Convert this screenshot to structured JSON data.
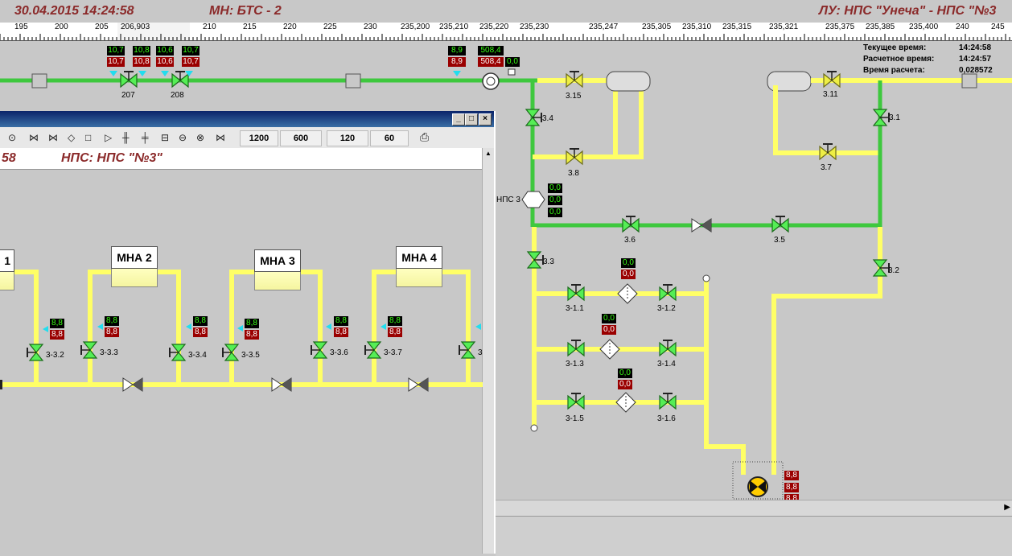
{
  "topbar": {
    "datetime": "30.04.2015 14:24:58",
    "mn": "МН: БТС - 2",
    "lu": "ЛУ: НПС \"Унеча\" - НПС \"№3"
  },
  "ruler": [
    "195",
    "200",
    "205",
    "206,903",
    "210",
    "215",
    "220",
    "225",
    "230",
    "235,200",
    "235,210",
    "235,220",
    "235,230",
    "235,247",
    "235,305",
    "235,310",
    "235,315",
    "235,321",
    "235,375",
    "235,385",
    "235,400",
    "240",
    "245"
  ],
  "times": {
    "current_label": "Текущее время:",
    "current_value": "14:24:58",
    "calc_label": "Расчетное время:",
    "calc_value": "14:24:57",
    "duration_label": "Время расчета:",
    "duration_value": "0,028572"
  },
  "top_values": {
    "v207_a_top": "10,7",
    "v207_a_bot": "10,7",
    "v207_b_top": "10,8",
    "v207_b_bot": "10,8",
    "v208_a_top": "10,6",
    "v208_a_bot": "10,6",
    "v208_b_top": "10,7",
    "v208_b_bot": "10,7",
    "p89_top": "8,9",
    "p89_bot": "8,9",
    "flow_top": "508,4",
    "flow_bot": "508,4",
    "flow_side": "0,0"
  },
  "valves": {
    "v207": "207",
    "v208": "208",
    "v315": "3.15",
    "v311": "3.11",
    "v34": "3.4",
    "v31": "3.1",
    "v38": "3.8",
    "v37": "3.7",
    "v36": "3.6",
    "v35": "3.5",
    "v33": "3.3",
    "v32": "3.2",
    "v311a": "3-1.1",
    "v312a": "3-1.2",
    "v313a": "3-1.3",
    "v314a": "3-1.4",
    "v315a": "3-1.5",
    "v316a": "3-1.6"
  },
  "bik": {
    "label": "НПС 3",
    "v1": "0,0",
    "v2": "0,0",
    "v3": "0,0"
  },
  "filter_values": {
    "f1_top": "0,0",
    "f1_bot": "0,0",
    "f2_top": "0,0",
    "f2_bot": "0,0",
    "f3_top": "0,0",
    "f3_bot": "0,0"
  },
  "pump_values": {
    "p1": "8,8",
    "p2": "8,8",
    "p3": "8,8"
  },
  "subwin": {
    "toolbar": {
      "b1200": "1200",
      "b600": "600",
      "b120": "120",
      "b60": "60"
    },
    "time_frag": "58",
    "nps_title": "НПС: НПС \"№3\"",
    "mna1": "1",
    "mna2": "МНА 2",
    "mna3": "МНА 3",
    "mna4": "МНА 4",
    "v332": "3-3.2",
    "v333": "3-3.3",
    "v334": "3-3.4",
    "v335": "3-3.5",
    "v336": "3-3.6",
    "v337": "3-3.7",
    "v338": "3",
    "vals": {
      "a1": "8,8",
      "a2": "8,8",
      "b1": "8,8",
      "b2": "8,8",
      "c1": "8,8",
      "c2": "8,8",
      "d1": "8,8",
      "d2": "8,8",
      "e1": "8,8",
      "e2": "8,8"
    }
  },
  "colors": {
    "pipe_green": "#3ec83e",
    "pipe_yellow": "#ffff66",
    "valve_green": "#55ee55",
    "valve_yellow": "#eeee44",
    "title_red": "#8b2a2a"
  }
}
